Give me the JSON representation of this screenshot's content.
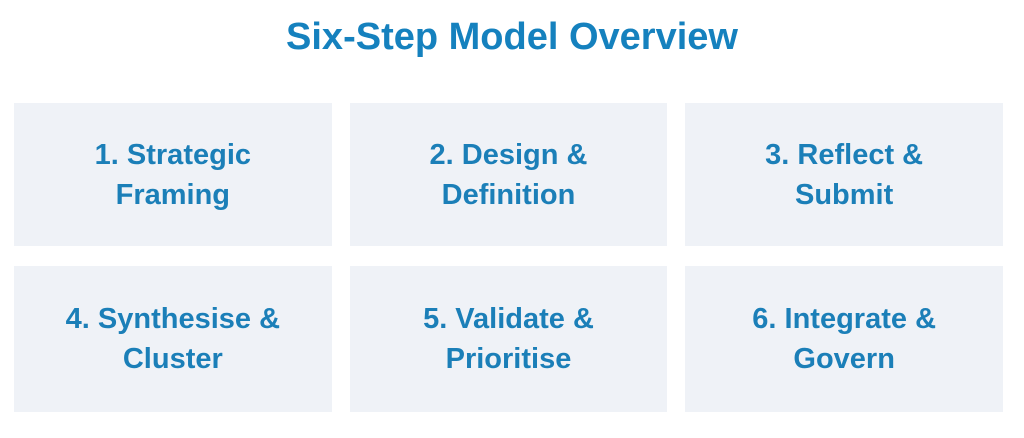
{
  "title": "Six-Step Model Overview",
  "colors": {
    "page_bg": "#FFFFFF",
    "title_text": "#1581BE",
    "card_text": "#1B7FB8",
    "card_bg": "#EFF2F7"
  },
  "steps": [
    {
      "label": "1. Strategic Framing",
      "line1": "1. Strategic",
      "line2": "Framing"
    },
    {
      "label": "2. Design & Definition",
      "line1": "2. Design &",
      "line2": "Definition"
    },
    {
      "label": "3. Reflect & Submit",
      "line1": "3. Reflect &",
      "line2": "Submit"
    },
    {
      "label": "4. Synthesise & Cluster",
      "line1": "4. Synthesise &",
      "line2": "Cluster"
    },
    {
      "label": "5. Validate & Prioritise",
      "line1": "5. Validate &",
      "line2": "Prioritise"
    },
    {
      "label": "6. Integrate & Govern",
      "line1": "6. Integrate &",
      "line2": "Govern"
    }
  ]
}
